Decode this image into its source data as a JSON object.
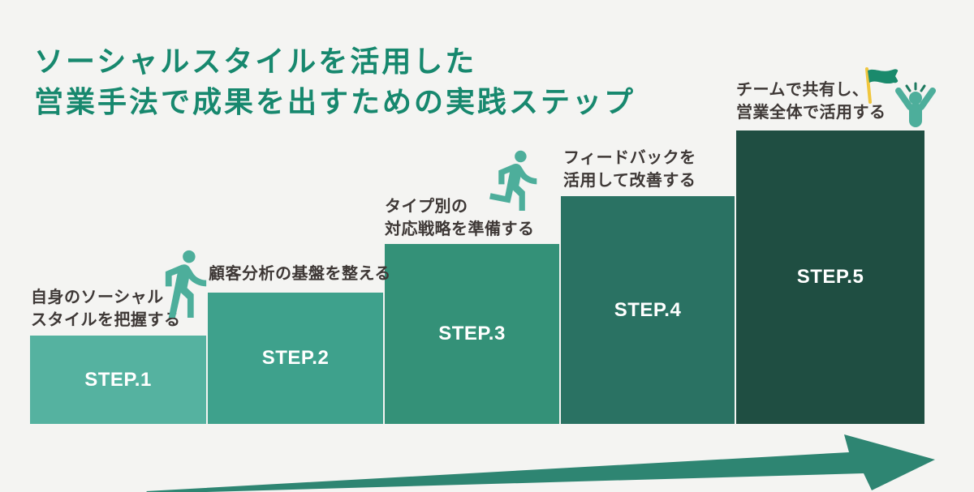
{
  "title": {
    "line1": "ソーシャルスタイルを活用した",
    "line2": "営業手法で成果を出すための実践ステップ"
  },
  "steps": [
    {
      "label": "STEP.1",
      "caption": [
        "自身のソーシャル",
        "スタイルを把握する"
      ],
      "color": "#55b2a0"
    },
    {
      "label": "STEP.2",
      "caption": [
        "顧客分析の基盤を整える"
      ],
      "color": "#3ea18c"
    },
    {
      "label": "STEP.3",
      "caption": [
        "タイプ別の",
        "対応戦略を準備する"
      ],
      "color": "#349178"
    },
    {
      "label": "STEP.4",
      "caption": [
        "フィードバックを",
        "活用して改善する"
      ],
      "color": "#2a7263"
    },
    {
      "label": "STEP.5",
      "caption": [
        "チームで共有し、",
        "営業全体で活用する"
      ],
      "color": "#1f4e42"
    }
  ],
  "icons": {
    "walking": "walking-person",
    "running": "running-person",
    "cheering": "cheering-person",
    "flag": "goal-flag",
    "arrow": "progress-arrow"
  },
  "colors": {
    "background": "#f4f4f2",
    "title": "#17886e",
    "caption_text": "#3e3836",
    "step_label": "#ffffff",
    "arrow": "#2e8572",
    "person": "#4dae9b",
    "rays": "#1e7a60",
    "flag": "#1a8a6c",
    "flag_pole": "#f0c63e"
  }
}
